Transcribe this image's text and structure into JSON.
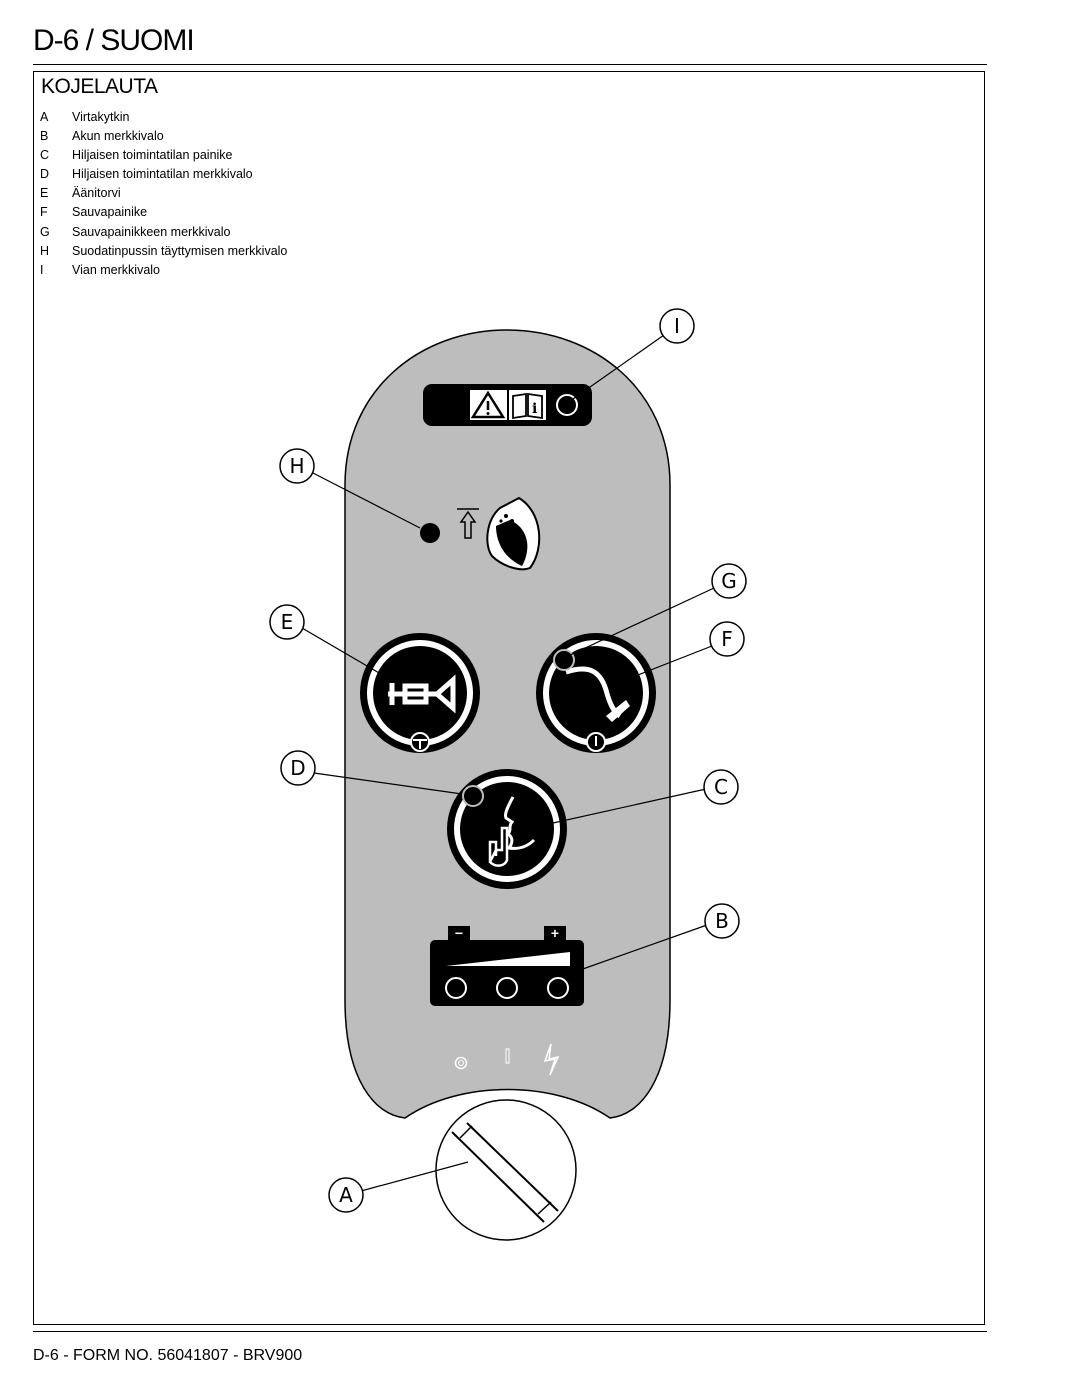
{
  "header": {
    "title": "D-6 / SUOMI"
  },
  "section": {
    "title": "KOJELAUTA"
  },
  "legend": [
    {
      "key": "A",
      "label": "Virtakytkin"
    },
    {
      "key": "B",
      "label": "Akun merkkivalo"
    },
    {
      "key": "C",
      "label": "Hiljaisen toimintatilan painike"
    },
    {
      "key": "D",
      "label": "Hiljaisen toimintatilan merkkivalo"
    },
    {
      "key": "E",
      "label": "Äänitorvi"
    },
    {
      "key": "F",
      "label": "Sauvapainike"
    },
    {
      "key": "G",
      "label": "Sauvapainikkeen merkkivalo"
    },
    {
      "key": "H",
      "label": "Suodatinpussin täyttymisen merkkivalo"
    },
    {
      "key": "I",
      "label": "Vian merkkivalo"
    }
  ],
  "callouts": {
    "a": "A",
    "b": "B",
    "c": "C",
    "d": "D",
    "e": "E",
    "f": "F",
    "g": "G",
    "h": "H",
    "i": "I"
  },
  "battery": {
    "minus": "−",
    "plus": "+"
  },
  "footer": {
    "text": "D-6 - FORM NO. 56041807 - BRV900"
  },
  "colors": {
    "panel": "#bdbdbd",
    "dark": "#000000",
    "paper": "#ffffff"
  }
}
